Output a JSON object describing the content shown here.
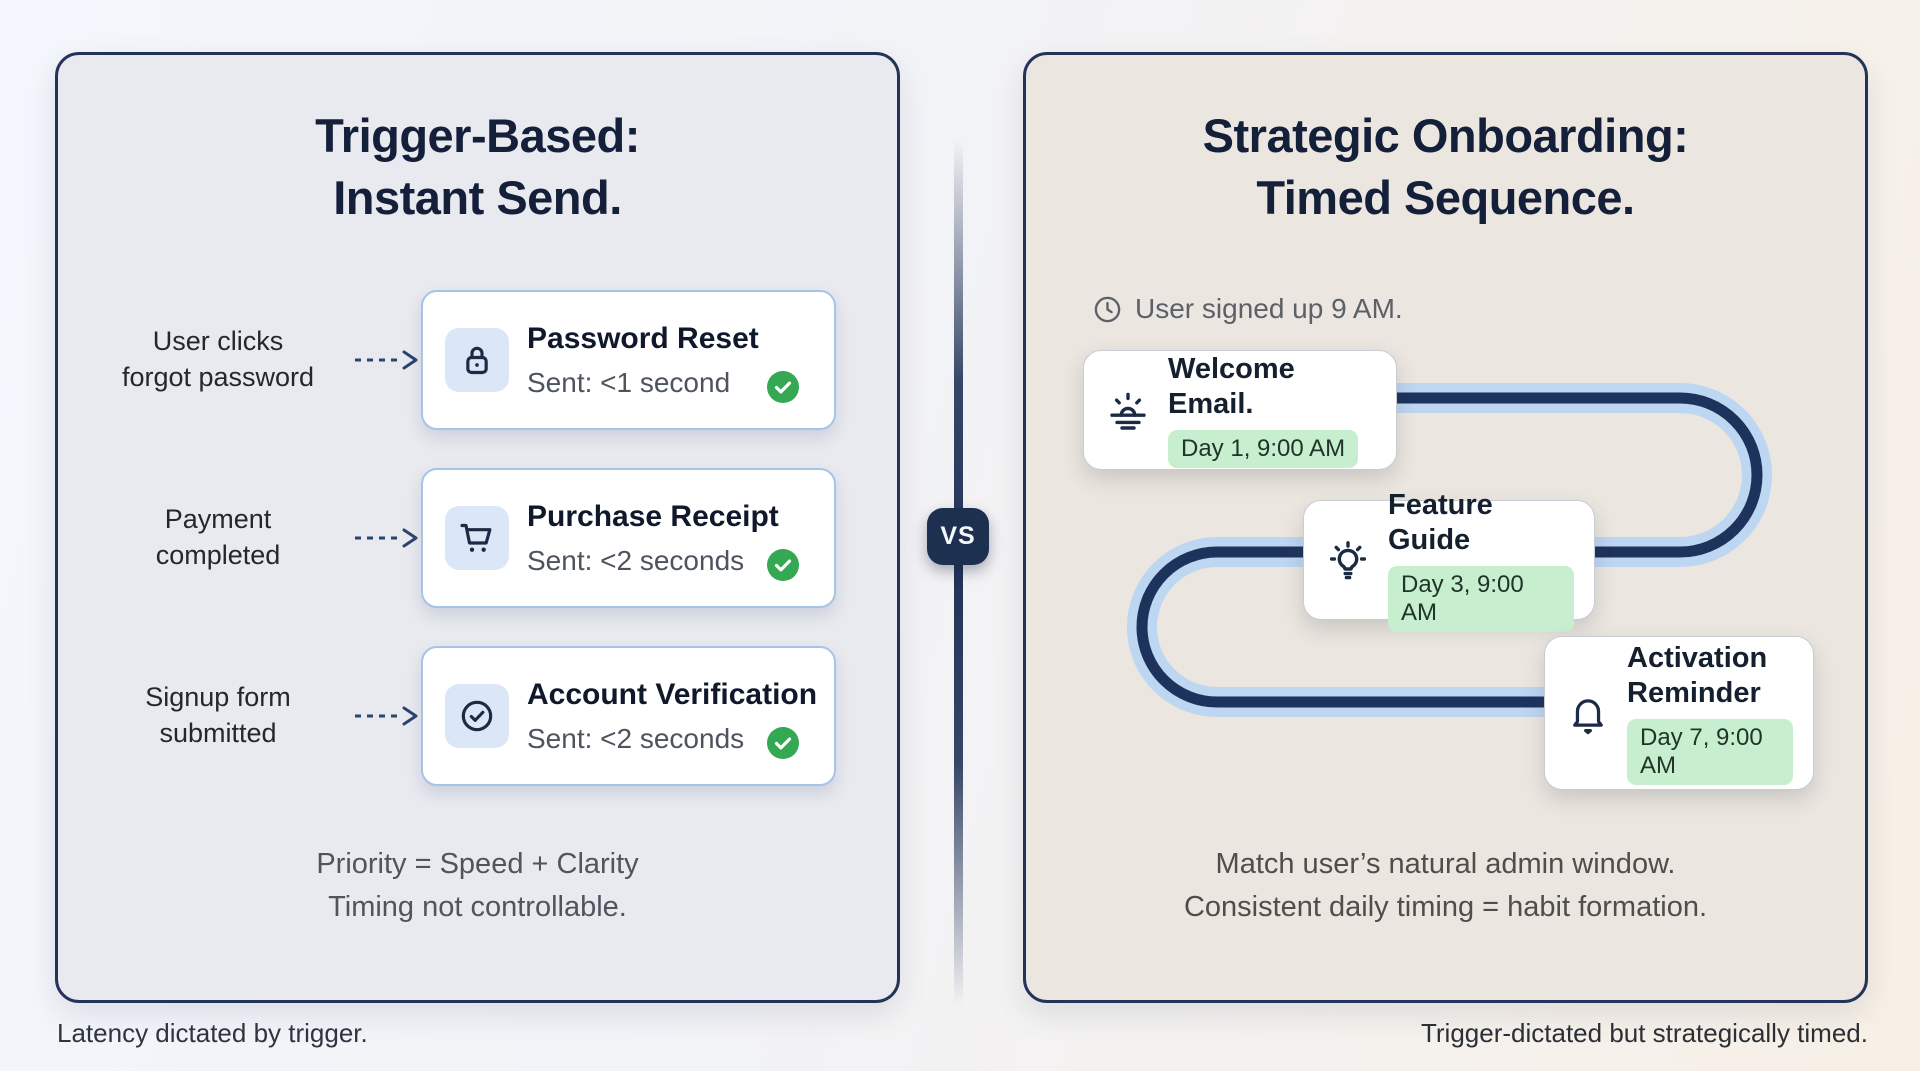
{
  "page": {
    "vs_label": "VS",
    "left_caption": "Latency dictated by trigger.",
    "right_caption": "Trigger-dictated but strategically timed."
  },
  "colors": {
    "panel_border_navy": "#24335a",
    "left_panel_bg": "#e9eaef",
    "right_panel_bg": "#ebe6df",
    "card_border_blue": "#a6c4e7",
    "chip_bg": "#dbe6f6",
    "success_green": "#34a853",
    "day_pill_bg": "#c7efcf",
    "path_light_blue": "#bdd6f2",
    "path_dark_navy": "#1d335c",
    "title_navy": "#141f3a"
  },
  "left_panel": {
    "title_line1": "Trigger-Based:",
    "title_line2": "Instant Send.",
    "rows": [
      {
        "trigger_line1": "User clicks",
        "trigger_line2": "forgot password",
        "icon": "lock-icon",
        "title": "Password Reset",
        "sent": "Sent: <1 second"
      },
      {
        "trigger_line1": "Payment",
        "trigger_line2": "completed",
        "icon": "cart-icon",
        "title": "Purchase Receipt",
        "sent": "Sent: <2 seconds"
      },
      {
        "trigger_line1": "Signup form",
        "trigger_line2": "submitted",
        "icon": "check-circle-icon",
        "title": "Account Verification",
        "sent": "Sent: <2 seconds"
      }
    ],
    "footer_line1": "Priority = Speed + Clarity",
    "footer_line2": "Timing not controllable."
  },
  "right_panel": {
    "title_line1": "Strategic Onboarding:",
    "title_line2": "Timed Sequence.",
    "signup_note": "User signed up 9 AM.",
    "steps": [
      {
        "icon": "sunrise-icon",
        "title": "Welcome Email.",
        "badge": "Day 1, 9:00 AM"
      },
      {
        "icon": "lightbulb-icon",
        "title": "Feature Guide",
        "badge": "Day 3, 9:00 AM"
      },
      {
        "icon": "bell-icon",
        "title": "Activation Reminder",
        "badge": "Day 7, 9:00 AM"
      }
    ],
    "footer_line1": "Match user’s natural admin window.",
    "footer_line2": "Consistent daily timing = habit formation."
  }
}
